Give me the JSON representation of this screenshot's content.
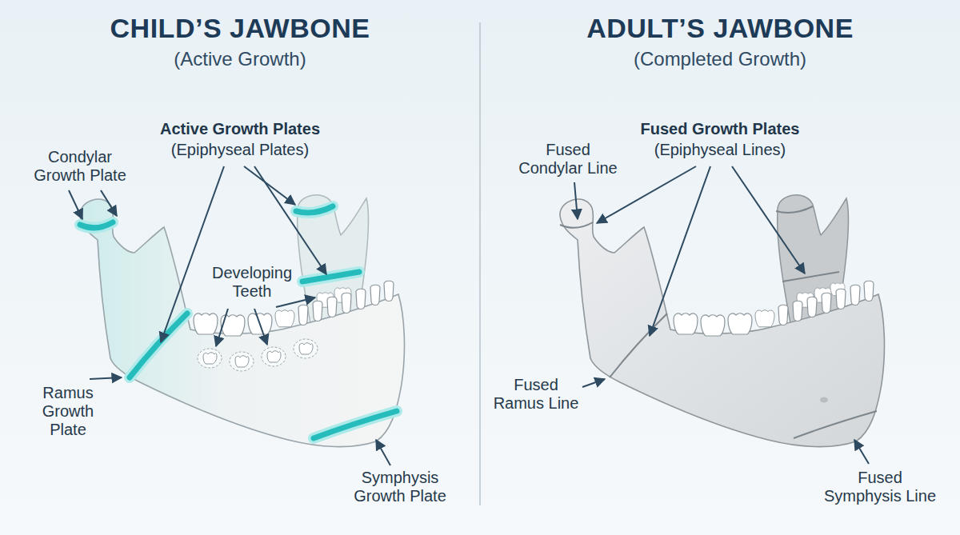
{
  "diagram": {
    "labels": [
      "CHILD’S JAWBONE",
      "(Active Growth)",
      "Active Growth Plates",
      "(Epiphyseal Plates)",
      "Condylar Growth Plate",
      "Developing Teeth",
      "Ramus Growth Plate",
      "Symphysis Growth Plate",
      "ADULT’S JAWBONE",
      "(Completed Growth)",
      "Fused Growth Plates",
      "(Epiphyseal Lines)",
      "Fused Condylar Line",
      "Fused Ramus Line",
      "Fused Symphysis Line"
    ]
  }
}
